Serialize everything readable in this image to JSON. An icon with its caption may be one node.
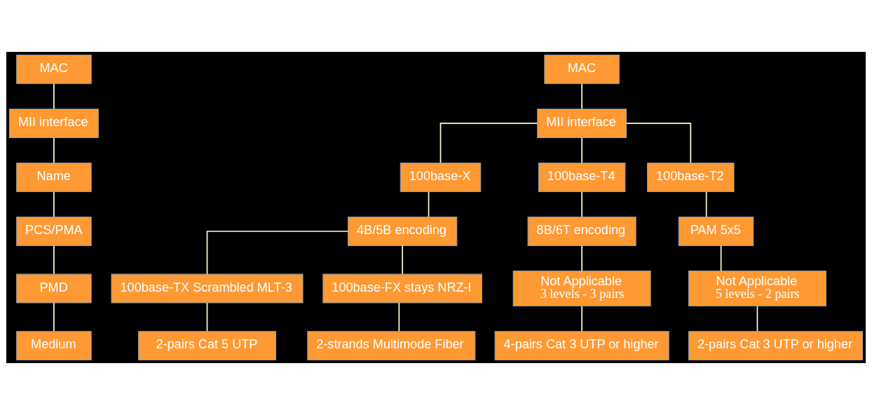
{
  "diagram": {
    "nodes": [
      {
        "text": [
          "MAC"
        ]
      },
      {
        "text": [
          "MII interface"
        ]
      },
      {
        "text": [
          "Name"
        ]
      },
      {
        "text": [
          "PCS/PMA"
        ]
      },
      {
        "text": [
          "PMD"
        ]
      },
      {
        "text": [
          "Medium"
        ]
      },
      {
        "text": [
          "MAC"
        ]
      },
      {
        "text": [
          "MII interface"
        ]
      },
      {
        "text": [
          "100base-X"
        ]
      },
      {
        "text": [
          "100base-T4"
        ]
      },
      {
        "text": [
          "100base-T2"
        ]
      },
      {
        "text": [
          "4B/5B encoding"
        ]
      },
      {
        "text": [
          "8B/6T encoding"
        ]
      },
      {
        "text": [
          "PAM 5x5"
        ]
      },
      {
        "text": [
          "100base-TX Scrambled MLT-3"
        ]
      },
      {
        "text": [
          "100base-FX stays NRZ-I"
        ]
      },
      {
        "text": [
          "Not Applicable",
          "3 levels - 3 pairs"
        ]
      },
      {
        "text": [
          "Not Applicable",
          "5 levels - 2 pairs"
        ]
      },
      {
        "text": [
          "2-pairs Cat 5 UTP"
        ]
      },
      {
        "text": [
          "2-strands Multimode Fiber"
        ]
      },
      {
        "text": [
          "4-pairs Cat 3 UTP or higher"
        ]
      },
      {
        "text": [
          "2-pairs Cat 3 UTP or higher"
        ]
      }
    ],
    "edges": [
      {
        "from": 0,
        "to": 1,
        "arrow": "none"
      },
      {
        "from": 1,
        "to": 2,
        "arrow": "none"
      },
      {
        "from": 2,
        "to": 3,
        "arrow": "none"
      },
      {
        "from": 3,
        "to": 4,
        "arrow": "none"
      },
      {
        "from": 4,
        "to": 5,
        "arrow": "none"
      },
      {
        "from": 6,
        "to": 7,
        "arrow": "none"
      },
      {
        "from": 7,
        "to": 8,
        "arrow": "none"
      },
      {
        "from": 7,
        "to": 9,
        "arrow": "none"
      },
      {
        "from": 7,
        "to": 10,
        "arrow": "none"
      },
      {
        "from": 8,
        "to": 11,
        "arrow": "none"
      },
      {
        "from": 9,
        "to": 12,
        "arrow": "none"
      },
      {
        "from": 10,
        "to": 13,
        "arrow": "none"
      },
      {
        "from": 11,
        "to": 14,
        "arrow": "none"
      },
      {
        "from": 11,
        "to": 15,
        "arrow": "none"
      },
      {
        "from": 12,
        "to": 16,
        "arrow": "none"
      },
      {
        "from": 13,
        "to": 17,
        "arrow": "none"
      },
      {
        "from": 14,
        "to": 18,
        "arrow": "none"
      },
      {
        "from": 15,
        "to": 19,
        "arrow": "none"
      },
      {
        "from": 16,
        "to": 20,
        "arrow": "none"
      },
      {
        "from": 17,
        "to": 21,
        "arrow": "none"
      }
    ]
  }
}
